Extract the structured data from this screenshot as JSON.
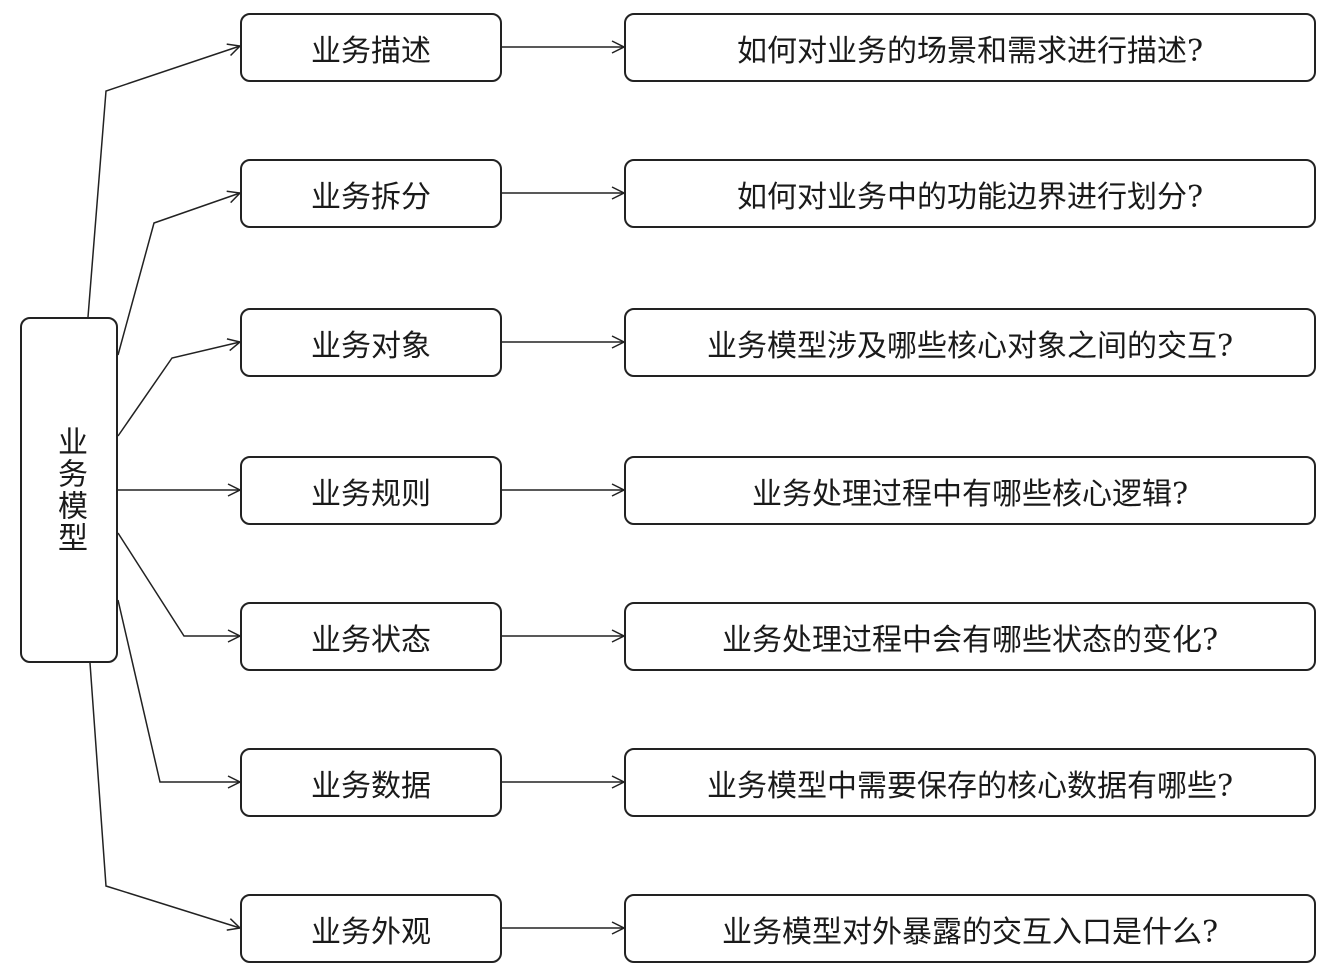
{
  "root": {
    "label": "业务模型"
  },
  "branches": [
    {
      "label": "业务描述",
      "question": "如何对业务的场景和需求进行描述?"
    },
    {
      "label": "业务拆分",
      "question": "如何对业务中的功能边界进行划分?"
    },
    {
      "label": "业务对象",
      "question": "业务模型涉及哪些核心对象之间的交互?"
    },
    {
      "label": "业务规则",
      "question": "业务处理过程中有哪些核心逻辑?"
    },
    {
      "label": "业务状态",
      "question": "业务处理过程中会有哪些状态的变化?"
    },
    {
      "label": "业务数据",
      "question": "业务模型中需要保存的核心数据有哪些?"
    },
    {
      "label": "业务外观",
      "question": "业务模型对外暴露的交互入口是什么?"
    }
  ]
}
